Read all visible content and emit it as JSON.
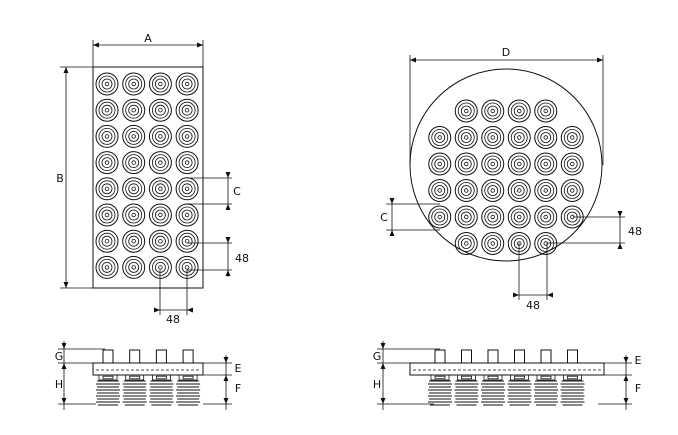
{
  "rect_view": {
    "label_width": "A",
    "label_height": "B",
    "label_pitch_symbol": "C",
    "label_pitch_v": "48",
    "label_pitch_h": "48",
    "grid": {
      "cols": 4,
      "rows": 8
    }
  },
  "round_view": {
    "label_diameter": "D",
    "label_pitch_symbol": "C",
    "label_pitch_v": "48",
    "label_pitch_h": "48",
    "row_counts": [
      4,
      6,
      6,
      6,
      6,
      4
    ]
  },
  "side_view_left": {
    "label_g": "G",
    "label_h": "H",
    "label_e": "E",
    "label_f": "F",
    "cup_count": 4
  },
  "side_view_right": {
    "label_g": "G",
    "label_h": "H",
    "label_e": "E",
    "label_f": "F",
    "cup_count": 6
  }
}
